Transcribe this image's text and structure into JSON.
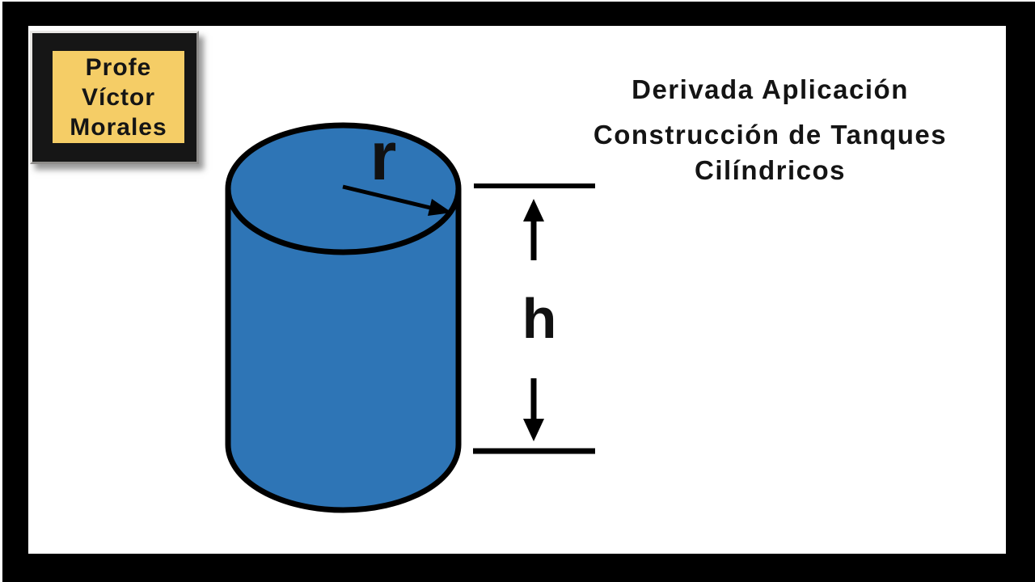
{
  "frame": {
    "color": "#000000",
    "inner_background": "#ffffff"
  },
  "badge": {
    "lines": [
      "Profe",
      "Víctor",
      "Morales"
    ],
    "background": "#F5CD66",
    "box_color": "#161616",
    "text_color": "#151515"
  },
  "title": {
    "line1": "Derivada Aplicación",
    "line2": "Construcción de Tanques",
    "line3": "Cilíndricos"
  },
  "diagram": {
    "radius_label": "r",
    "height_label": "h",
    "cylinder_fill": "#2E75B6",
    "outline_color": "#000000"
  }
}
